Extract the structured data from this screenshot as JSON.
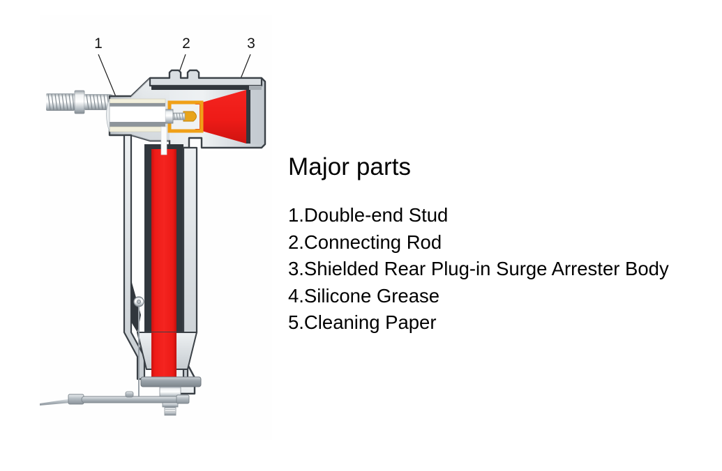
{
  "figure": {
    "alt_name": "shielded-rear-plug-in-surge-arrester-cutaway",
    "callouts": [
      {
        "number": "1",
        "target": "Double-end Stud"
      },
      {
        "number": "2",
        "target": "Connecting Rod"
      },
      {
        "number": "3",
        "target": "Shielded Rear Plug-in Surge Arrester Body"
      }
    ],
    "colors": {
      "body_red": "#ee1b17",
      "shell_gray": "#d8dce0",
      "outline_dark": "#3a4046",
      "metal_light": "#e8ecef",
      "metal_mid": "#b8c0c6",
      "metal_dark": "#7e868d",
      "contact_orange": "#f0a018",
      "contact_brass": "#e8a41b",
      "cream": "#f2efdc",
      "background": "#fefefe"
    }
  },
  "parts": {
    "title": "Major parts",
    "items": [
      "1.Double-end Stud",
      "2.Connecting Rod",
      "3.Shielded Rear Plug-in Surge Arrester Body",
      "4.Silicone Grease",
      "5.Cleaning Paper"
    ]
  }
}
